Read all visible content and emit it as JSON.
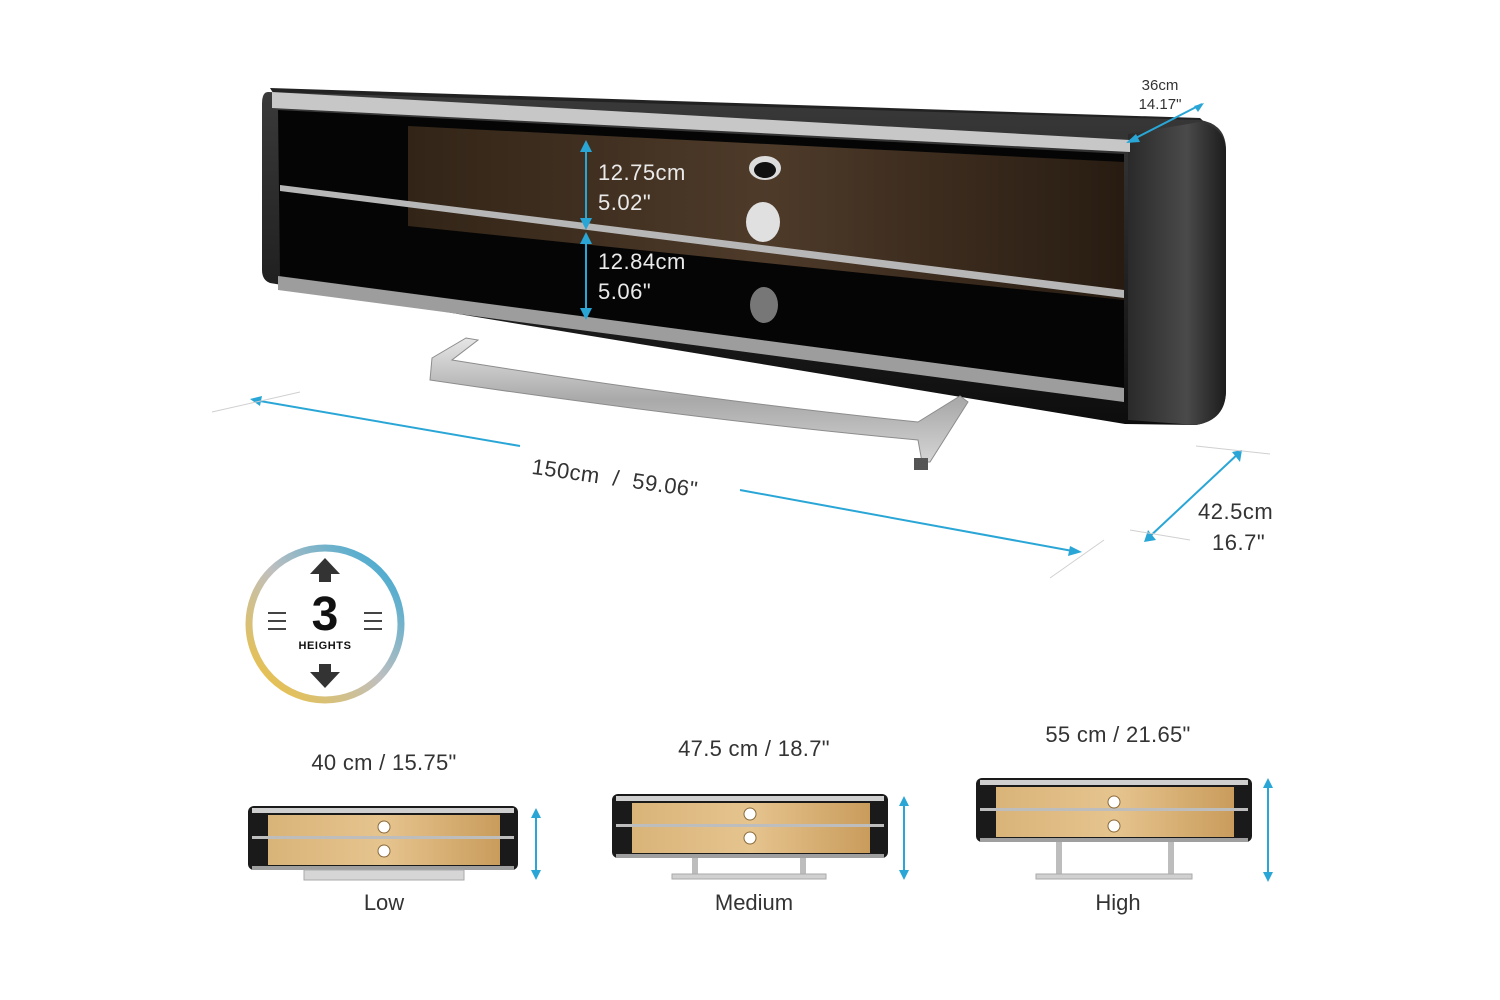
{
  "dimensions": {
    "shelf_upper_cm": "12.75cm",
    "shelf_upper_in": "5.02\"",
    "shelf_lower_cm": "12.84cm",
    "shelf_lower_in": "5.06\"",
    "inner_depth_cm": "36cm",
    "inner_depth_in": "14.17\"",
    "width": "150cm  /  59.06\"",
    "depth_cm": "42.5cm",
    "depth_in": "16.7\""
  },
  "badge": {
    "number": "3",
    "word": "HEIGHTS"
  },
  "heights": [
    {
      "value": "40 cm / 15.75\"",
      "name": "Low"
    },
    {
      "value": "47.5 cm / 18.7\"",
      "name": "Medium"
    },
    {
      "value": "55 cm / 21.65\"",
      "name": "High"
    }
  ],
  "colors": {
    "dimension_line": "#2aa6d6",
    "unit_body": "#1a1a1a",
    "chrome": "#bfbfbf",
    "wood": "#c9a468"
  }
}
